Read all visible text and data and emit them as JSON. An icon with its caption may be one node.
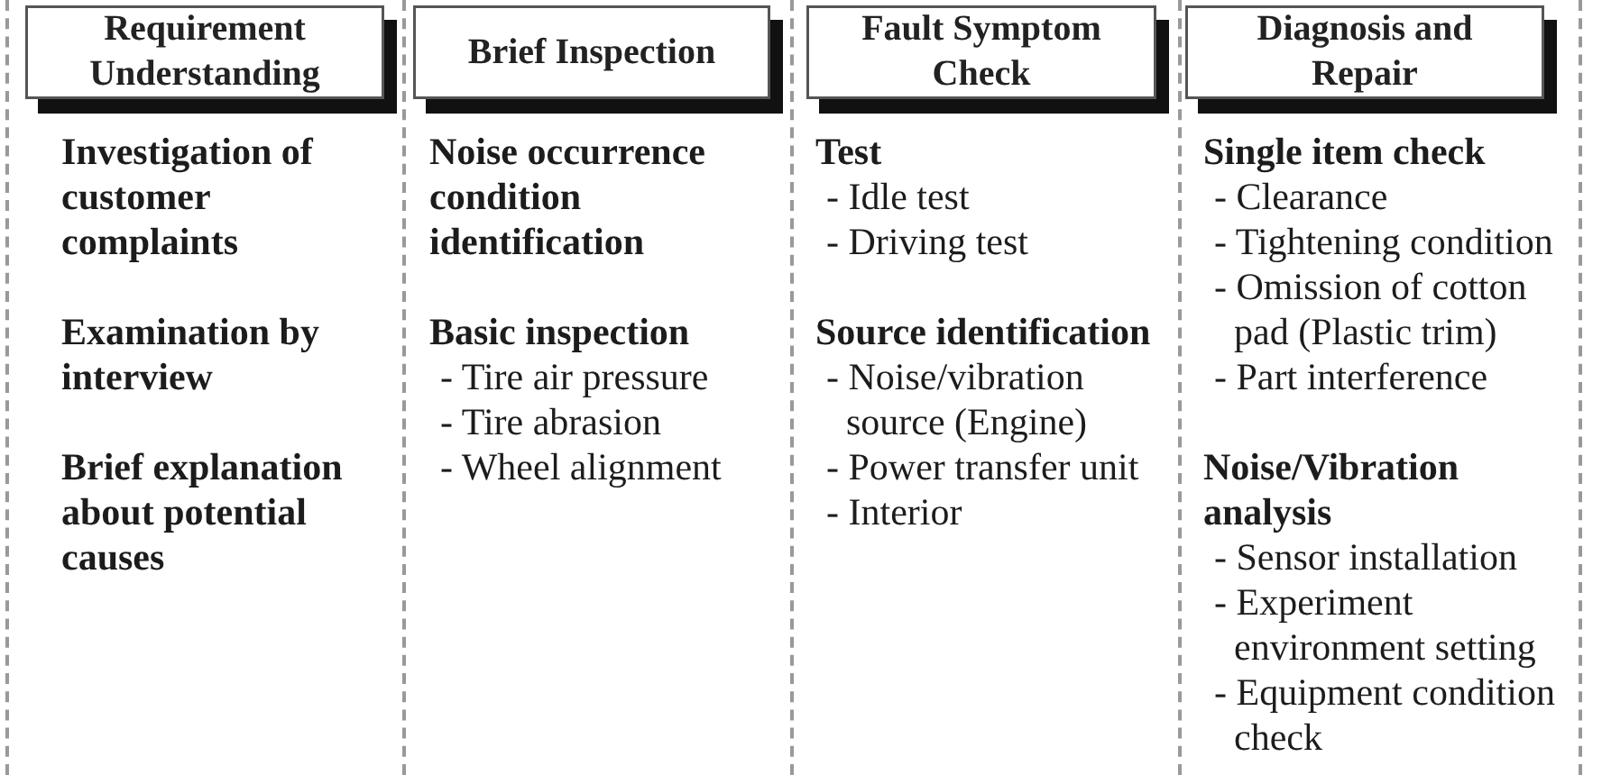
{
  "diagram": {
    "nodes": [
      {
        "text": [
          "Investigation of customer complaints",
          "Examination by interview",
          "Brief explanation about potential causes"
        ]
      },
      {
        "text": [
          "Requirement Understanding"
        ],
        "in": 0
      },
      {
        "text": [
          "Noise occurrence condition identification",
          "Basic inspection",
          "- Tire air pressure",
          "- Tire abrasion",
          "- Wheel alignment"
        ]
      },
      {
        "text": [
          "Brief Inspection"
        ],
        "in": 2
      },
      {
        "text": [
          "Test",
          "- Idle test",
          "- Driving test",
          "Source identification",
          "- Noise/vibration source (Engine)",
          "- Power transfer unit",
          "- Interior"
        ]
      },
      {
        "text": [
          "Fault Symptom Check"
        ],
        "in": 4
      },
      {
        "text": [
          "Single item check",
          "- Clearance",
          "- Tightening condition",
          "- Omission of cotton pad (Plastic trim)",
          "- Part interference",
          "Noise/Vibration analysis",
          "- Sensor installation",
          "- Experiment environment setting",
          "- Equipment condition check"
        ]
      },
      {
        "text": [
          "Diagnosis and Repair"
        ],
        "in": 6
      }
    ]
  }
}
